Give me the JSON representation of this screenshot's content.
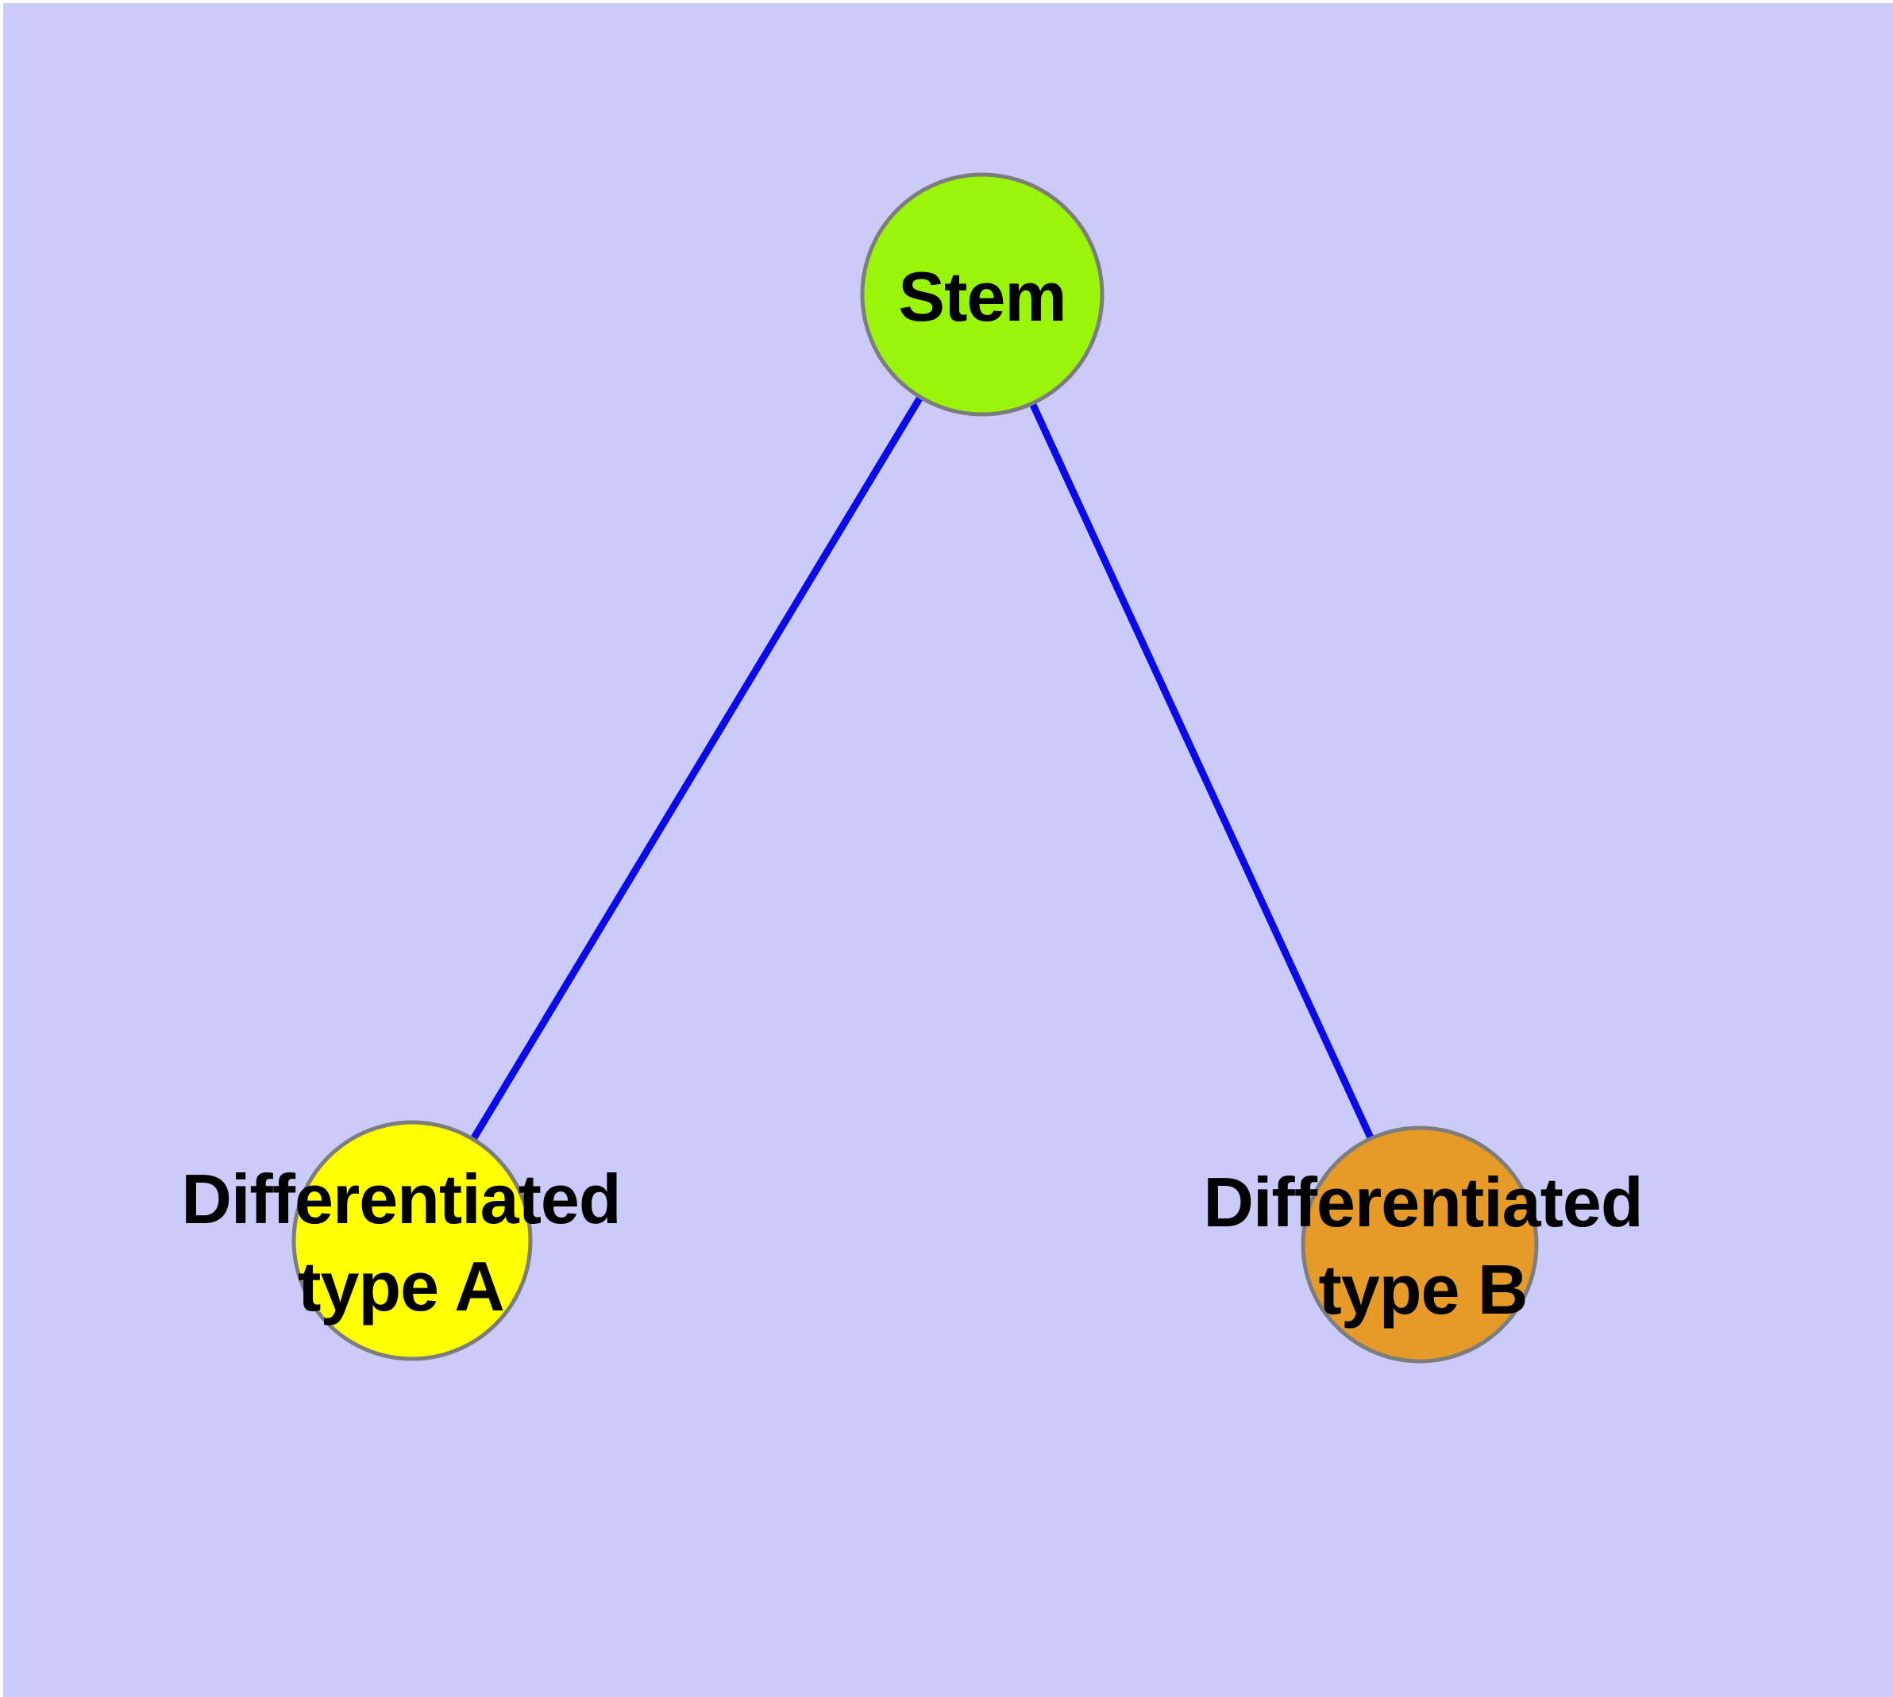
{
  "diagram": {
    "type": "graph",
    "description": "Cell differentiation tree: a stem node connected to two differentiated cell type nodes",
    "margin_color": "#FFFFFF",
    "background_color": "#CBCBF9",
    "edge_color": "#0A0AE8",
    "node_border_color": "#7D7D7D",
    "label_color": "#000000",
    "nodes": [
      {
        "id": "stem",
        "label_line1": "Stem",
        "label_line2": "",
        "fill": "#9AF50A"
      },
      {
        "id": "type-a",
        "label_line1": "Differentiated",
        "label_line2": "type A",
        "fill": "#FFFF00"
      },
      {
        "id": "type-b",
        "label_line1": "Differentiated",
        "label_line2": "type B",
        "fill": "#E69B28"
      }
    ],
    "edges": [
      {
        "from": "Stem",
        "to": "Differentiated type A"
      },
      {
        "from": "Stem",
        "to": "Differentiated type B"
      }
    ]
  }
}
